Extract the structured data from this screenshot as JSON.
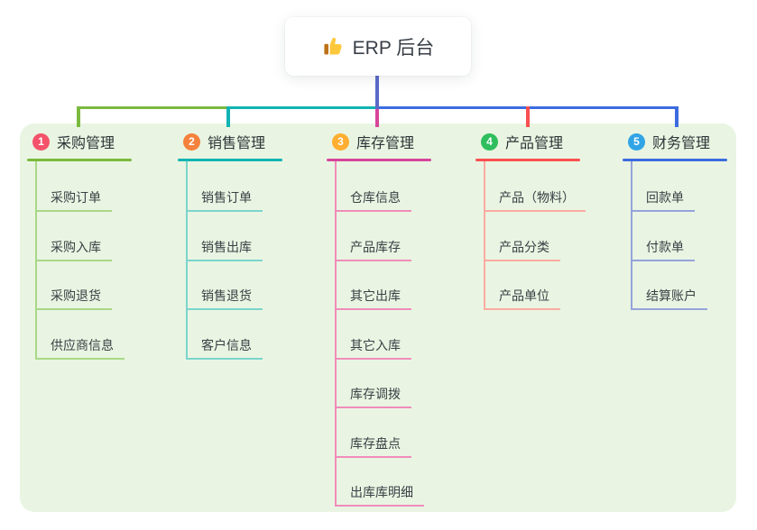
{
  "root": {
    "label": "ERP 后台",
    "icon": "thumbs-up-icon",
    "connector_color": "#5a6ac8"
  },
  "branches": [
    {
      "badge": "1",
      "badge_color": "#f4526a",
      "line_color": "#7cb93f",
      "child_line_color": "#a9d787",
      "label": "采购管理",
      "children": [
        "采购订单",
        "采购入库",
        "采购退货",
        "供应商信息"
      ]
    },
    {
      "badge": "2",
      "badge_color": "#f5823c",
      "line_color": "#12b3b3",
      "child_line_color": "#7cd4cd",
      "label": "销售管理",
      "children": [
        "销售订单",
        "销售出库",
        "销售退货",
        "客户信息"
      ]
    },
    {
      "badge": "3",
      "badge_color": "#ffae31",
      "line_color": "#d7459b",
      "child_line_color": "#f08cbb",
      "label": "库存管理",
      "children": [
        "仓库信息",
        "产品库存",
        "其它出库",
        "其它入库",
        "库存调拨",
        "库存盘点",
        "出库库明细"
      ]
    },
    {
      "badge": "4",
      "badge_color": "#2fbe5d",
      "line_color": "#fb4f4f",
      "child_line_color": "#fbaaa2",
      "label": "产品管理",
      "children": [
        "产品（物料）",
        "产品分类",
        "产品单位"
      ]
    },
    {
      "badge": "5",
      "badge_color": "#31a4e6",
      "line_color": "#3c6be0",
      "child_line_color": "#95a3dc",
      "label": "财务管理",
      "children": [
        "回款单",
        "付款单",
        "结算账户"
      ]
    }
  ]
}
